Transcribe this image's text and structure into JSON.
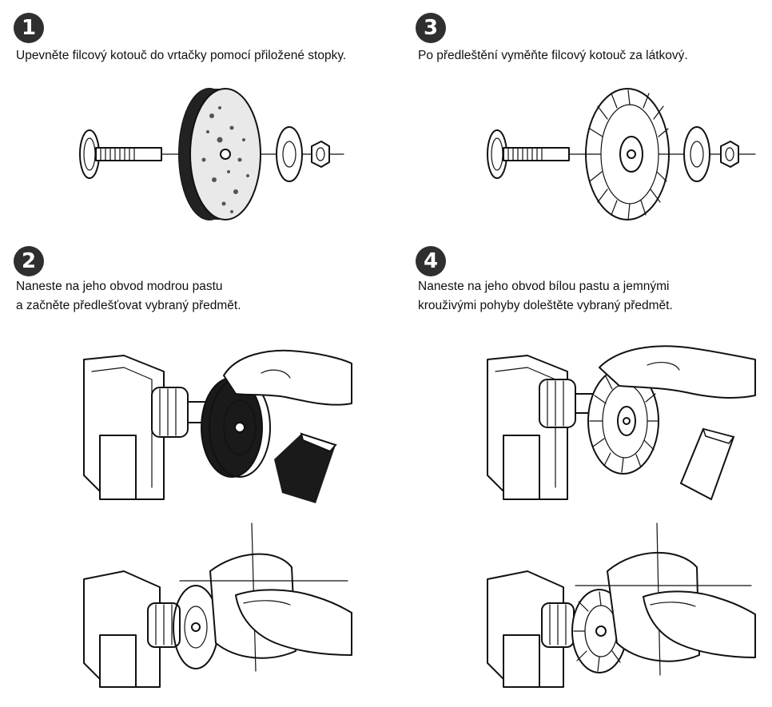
{
  "steps": [
    {
      "number": "1",
      "lines": [
        "Upevněte filcový kotouč do vrtačky pomocí přiložené stopky."
      ]
    },
    {
      "number": "2",
      "lines": [
        "Naneste na jeho obvod modrou pastu",
        "a začněte předlešťovat vybraný předmět."
      ]
    },
    {
      "number": "3",
      "lines": [
        "Po předleštění vyměňte filcový kotouč za látkový."
      ]
    },
    {
      "number": "4",
      "lines": [
        "Naneste na jeho obvod bílou pastu a jemnými",
        "krouživými pohyby doleštěte vybraný předmět."
      ]
    }
  ]
}
